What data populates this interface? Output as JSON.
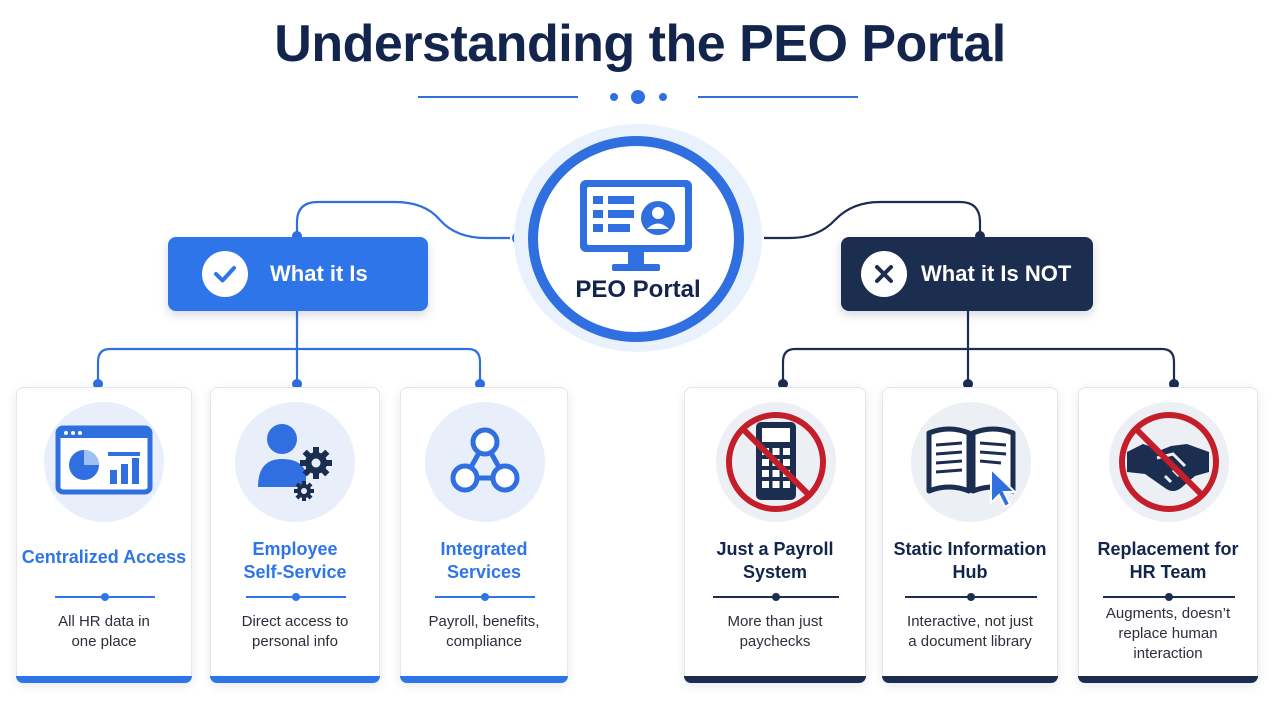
{
  "title": "Understanding the PEO Portal",
  "center": {
    "label": "PEO Portal",
    "icon": "monitor-profile-icon"
  },
  "what_it_is": {
    "label": "What it Is",
    "icon": "check-icon",
    "accent": "#2f75ea",
    "cards": [
      {
        "title_lines": [
          "Centralized Access"
        ],
        "desc_lines": [
          "All HR data in",
          "one place"
        ],
        "icon": "dashboard-icon"
      },
      {
        "title_lines": [
          "Employee",
          "Self-Service"
        ],
        "desc_lines": [
          "Direct access to",
          "personal info"
        ],
        "icon": "user-gears-icon"
      },
      {
        "title_lines": [
          "Integrated",
          "Services"
        ],
        "desc_lines": [
          "Payroll, benefits,",
          "compliance"
        ],
        "icon": "network-nodes-icon"
      }
    ]
  },
  "what_it_is_not": {
    "label": "What it Is NOT",
    "icon": "x-icon",
    "accent": "#1c2e4f",
    "cards": [
      {
        "title_lines": [
          "Just a Payroll",
          "System"
        ],
        "desc_lines": [
          "More than just",
          "paychecks"
        ],
        "icon": "no-calculator-icon"
      },
      {
        "title_lines": [
          "Static Information",
          "Hub"
        ],
        "desc_lines": [
          "Interactive, not just",
          "a document library"
        ],
        "icon": "book-cursor-icon"
      },
      {
        "title_lines": [
          "Replacement for",
          "HR Team"
        ],
        "desc_lines": [
          "Augments, doesn’t",
          "replace human",
          "interaction"
        ],
        "icon": "no-handshake-icon"
      }
    ]
  }
}
